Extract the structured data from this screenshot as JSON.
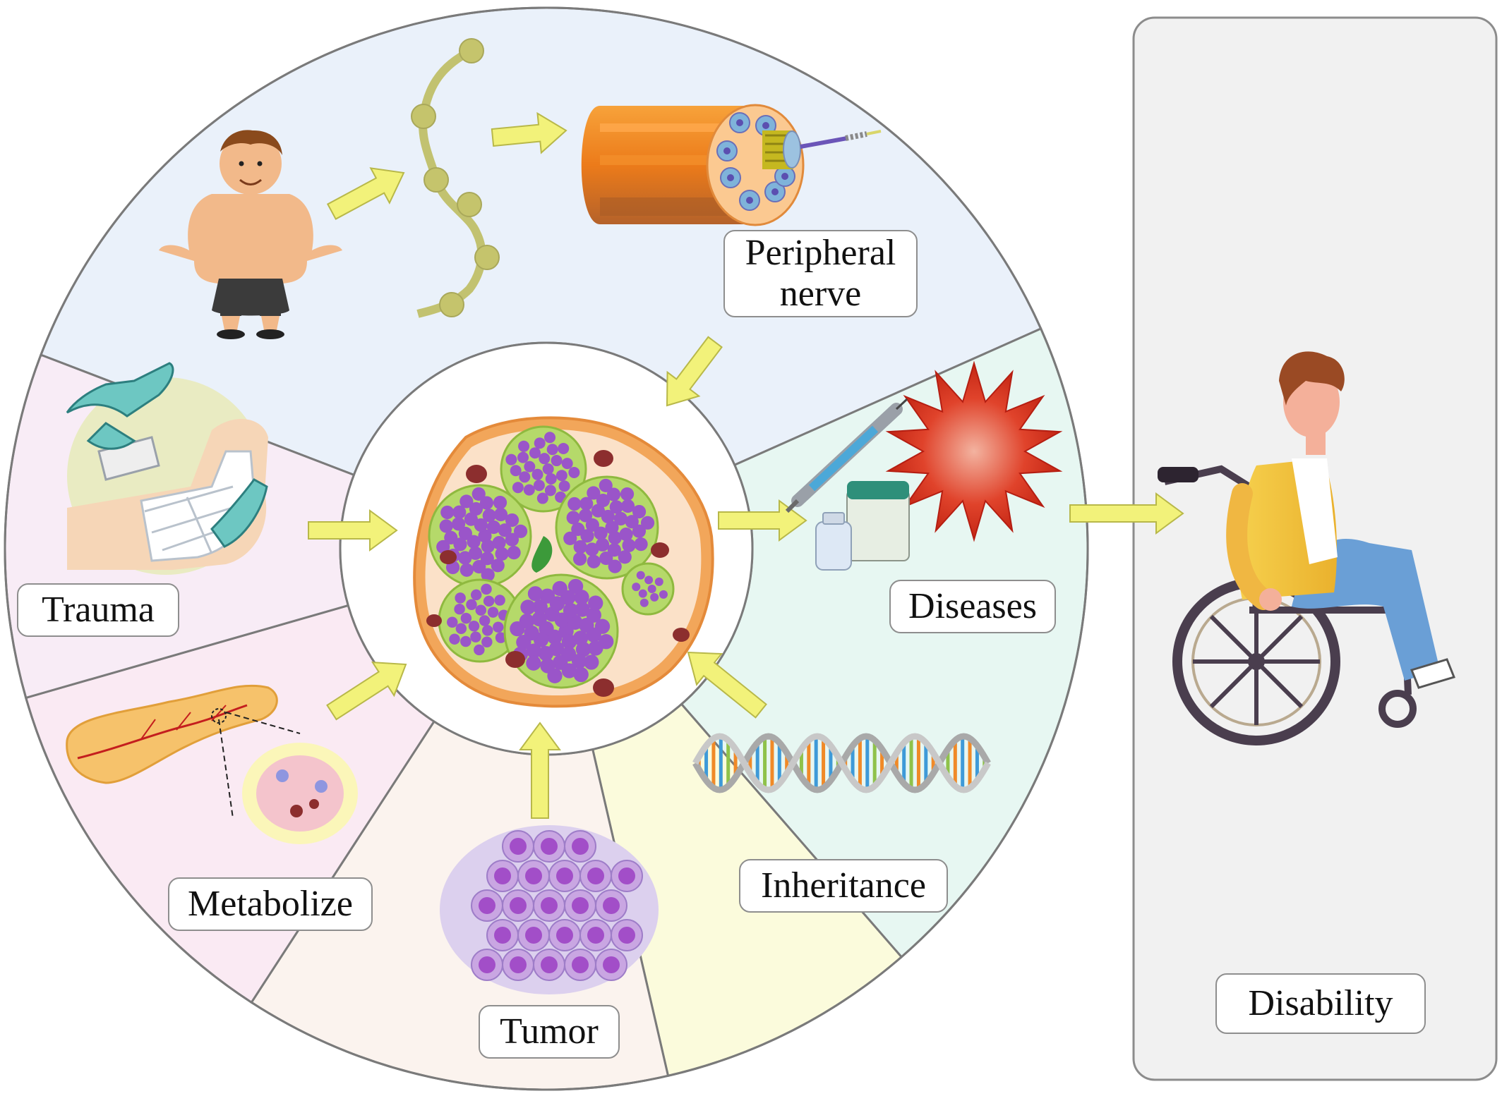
{
  "labels": {
    "peripheral_nerve": [
      "Peripheral",
      "nerve"
    ],
    "diseases": "Diseases",
    "trauma": "Trauma",
    "metabolize": "Metabolize",
    "tumor": "Tumor",
    "inheritance": "Inheritance",
    "disability": "Disability"
  },
  "colors": {
    "sector_top": "#eaf1fa",
    "sector_right": "#e7f7f2",
    "sector_bottom_right": "#fbfbdc",
    "sector_bottom": "#fbf3ee",
    "sector_left_bottom": "#faeaf3",
    "sector_left_top": "#f8ecf6",
    "arrow_fill": "#f2f27a",
    "fascicle_purple": "#9a55c9",
    "fascicle_green": "#b5d96a",
    "disability_panel": "#f1f1f1"
  }
}
